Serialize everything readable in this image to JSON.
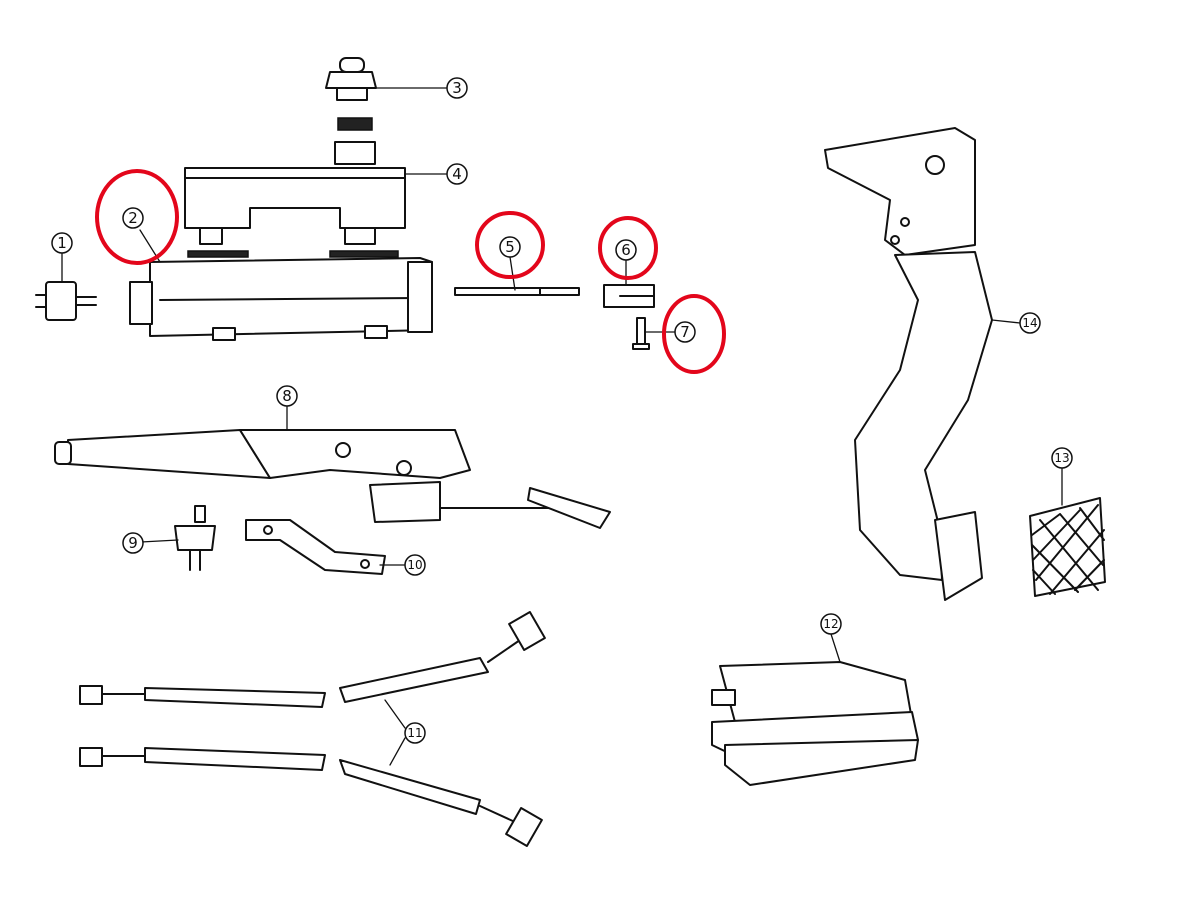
{
  "diagram": {
    "callouts": [
      {
        "label": "1",
        "part": "pressure-switch"
      },
      {
        "label": "2",
        "part": "master-cylinder",
        "highlighted": true
      },
      {
        "label": "3",
        "part": "reservoir-cap"
      },
      {
        "label": "4",
        "part": "reservoir"
      },
      {
        "label": "5",
        "part": "push-rod",
        "highlighted": true
      },
      {
        "label": "6",
        "part": "clevis",
        "highlighted": true
      },
      {
        "label": "7",
        "part": "clevis-pin",
        "highlighted": true
      },
      {
        "label": "8",
        "part": "handbrake-lever"
      },
      {
        "label": "9",
        "part": "handbrake-switch"
      },
      {
        "label": "10",
        "part": "bracket"
      },
      {
        "label": "11",
        "part": "handbrake-cables"
      },
      {
        "label": "12",
        "part": "lever-boot"
      },
      {
        "label": "13",
        "part": "pedal-pad"
      },
      {
        "label": "14",
        "part": "brake-pedal"
      }
    ],
    "highlight_color": "#e3061b"
  }
}
